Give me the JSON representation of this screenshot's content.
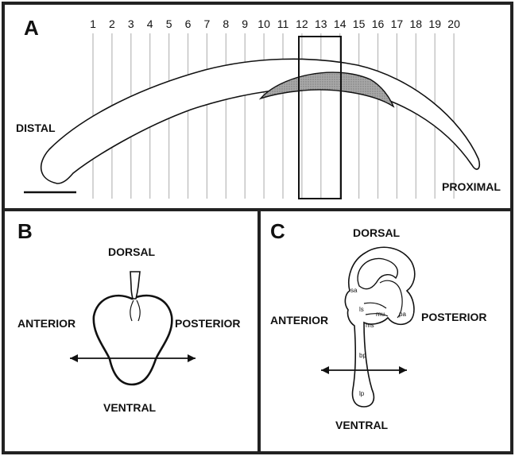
{
  "panel_a": {
    "letter": "A",
    "section_numbers": [
      "1",
      "2",
      "3",
      "4",
      "5",
      "6",
      "7",
      "8",
      "9",
      "10",
      "11",
      "12",
      "13",
      "14",
      "15",
      "16",
      "17",
      "18",
      "19",
      "20"
    ],
    "left_label": "DISTAL",
    "right_label": "PROXIMAL"
  },
  "panel_b": {
    "letter": "B",
    "top": "DORSAL",
    "left": "ANTERIOR",
    "right": "POSTERIOR",
    "bottom": "VENTRAL"
  },
  "panel_c": {
    "letter": "C",
    "top": "DORSAL",
    "left": "ANTERIOR",
    "right": "POSTERIOR",
    "bottom": "VENTRAL",
    "structures": {
      "sa": "sa",
      "ls": "ls",
      "mu": "mu",
      "pa": "pa",
      "ms": "ms",
      "bp": "bp",
      "lp": "lp"
    }
  }
}
